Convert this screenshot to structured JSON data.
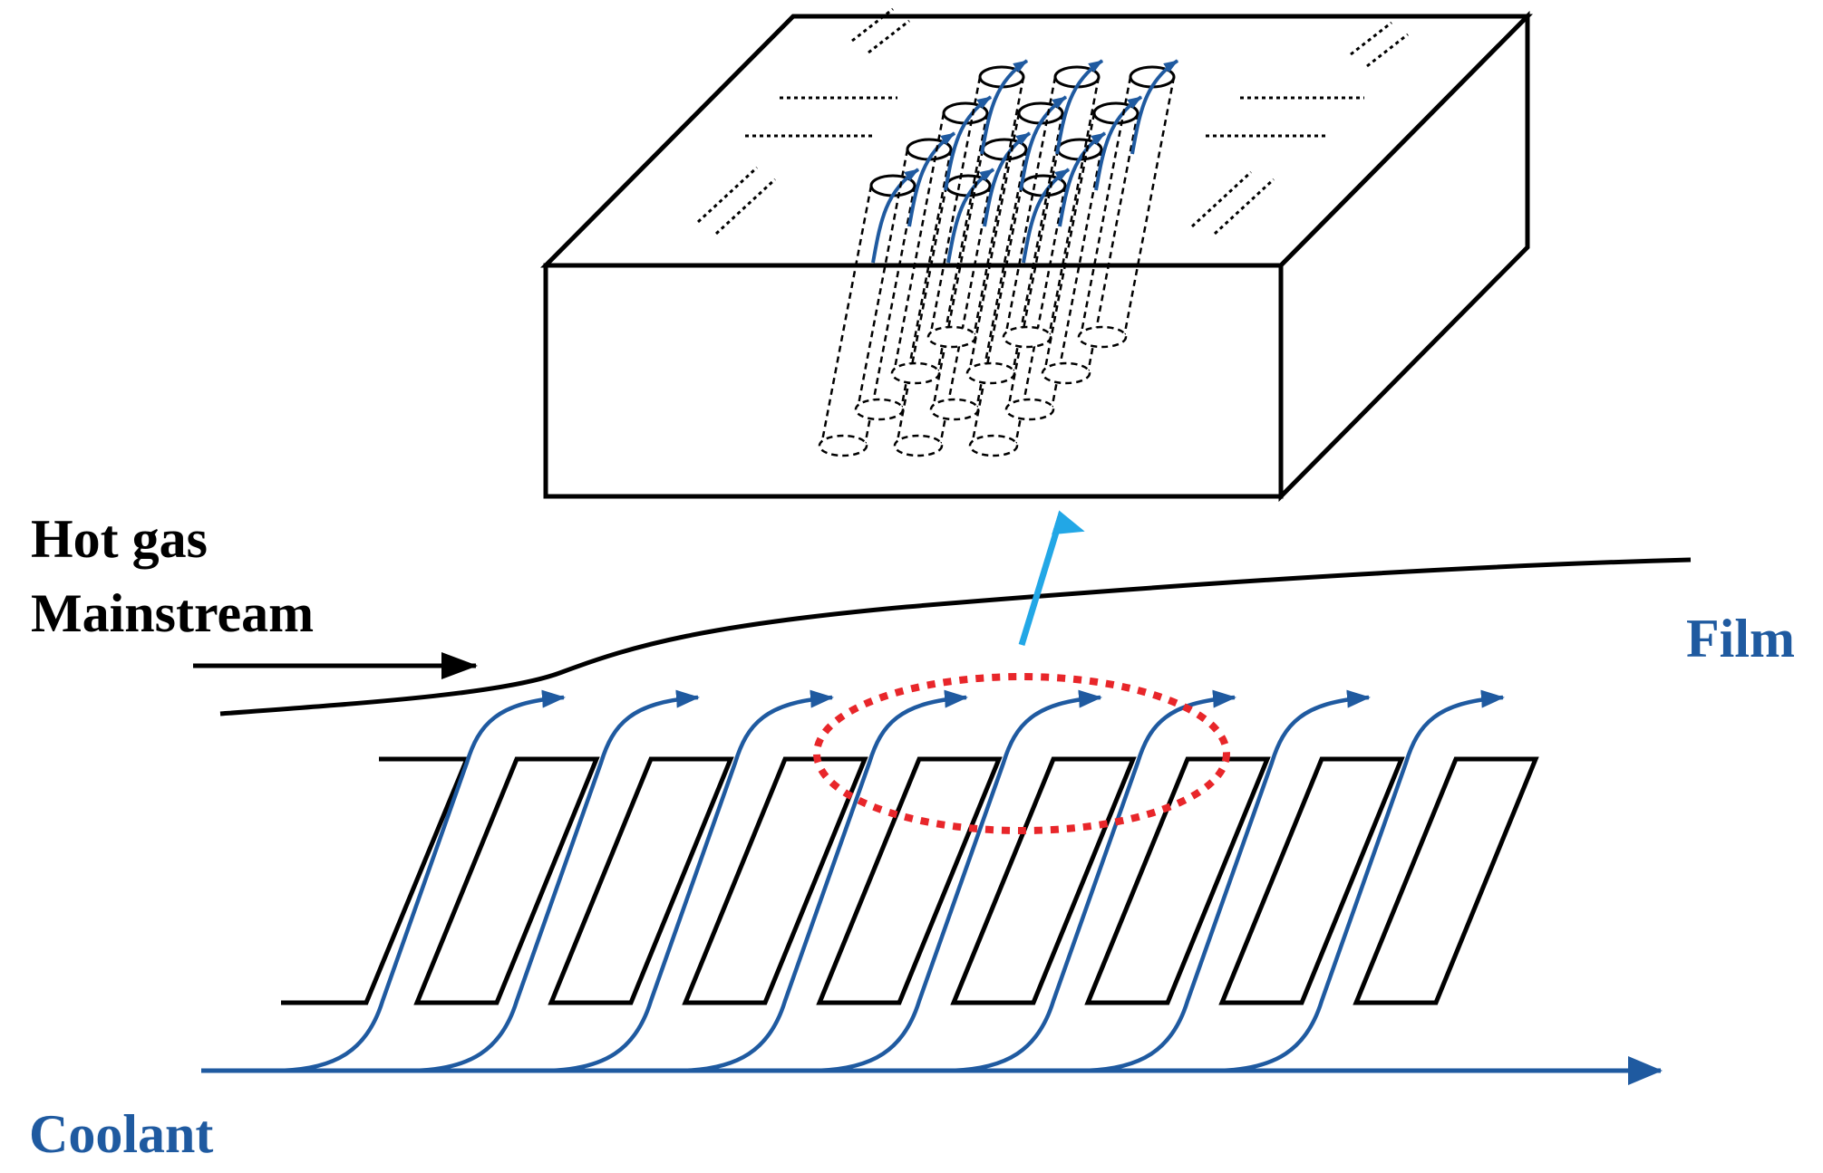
{
  "labels": {
    "hot_gas_line1": "Hot gas",
    "hot_gas_line2": "Mainstream",
    "film": "Film",
    "coolant": "Coolant"
  },
  "colors": {
    "flow": "#1f5aa0",
    "outline": "#000000",
    "highlight": "#e8262a",
    "zoom_arrow": "#22a7e6"
  },
  "holes": {
    "slot_count": 8,
    "array_rows": 4,
    "array_cols": 3
  }
}
